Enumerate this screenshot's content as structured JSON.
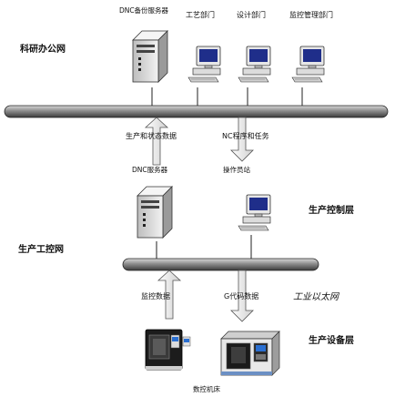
{
  "zones": {
    "office_network": "科研办公网",
    "production_network": "生产工控网"
  },
  "layers": {
    "control": "生产控制层",
    "equipment": "生产设备层"
  },
  "network_labels": {
    "industrial_ethernet": "工业以太网"
  },
  "office_nodes": [
    {
      "label": "DNC备份服务器",
      "icon": "server-tower-icon"
    },
    {
      "label": "工艺部门",
      "icon": "desktop-computer-icon"
    },
    {
      "label": "设计部门",
      "icon": "desktop-computer-icon"
    },
    {
      "label": "监控管理部门",
      "icon": "desktop-computer-icon"
    }
  ],
  "control_nodes": [
    {
      "label": "DNC服务器",
      "icon": "server-tower-icon"
    },
    {
      "label": "操作员站",
      "icon": "desktop-computer-icon"
    }
  ],
  "equipment_nodes": [
    {
      "label": "数控机床",
      "icon": "cnc-machine-icon"
    }
  ],
  "flows": {
    "upper_up": "生产和状态数据",
    "upper_down": "NC程序和任务",
    "lower_up": "监控数据",
    "lower_down": "G代码数据"
  }
}
